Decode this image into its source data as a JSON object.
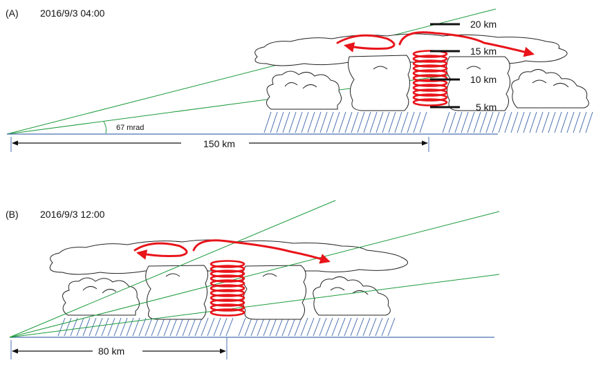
{
  "panelA": {
    "label": "(A)",
    "datetime": "2016/9/3  04:00",
    "angle": "67 mrad",
    "distance": "150 km",
    "heights": [
      "20 km",
      "15 km",
      "10 km",
      "5 km"
    ]
  },
  "panelB": {
    "label": "(B)",
    "datetime": "2016/9/3  12:00",
    "distance": "80 km"
  },
  "colors": {
    "sight_lines": "#1a9a3a",
    "ground": "#4a6fb0",
    "vortex": "#e8141a",
    "outline": "#222222"
  }
}
